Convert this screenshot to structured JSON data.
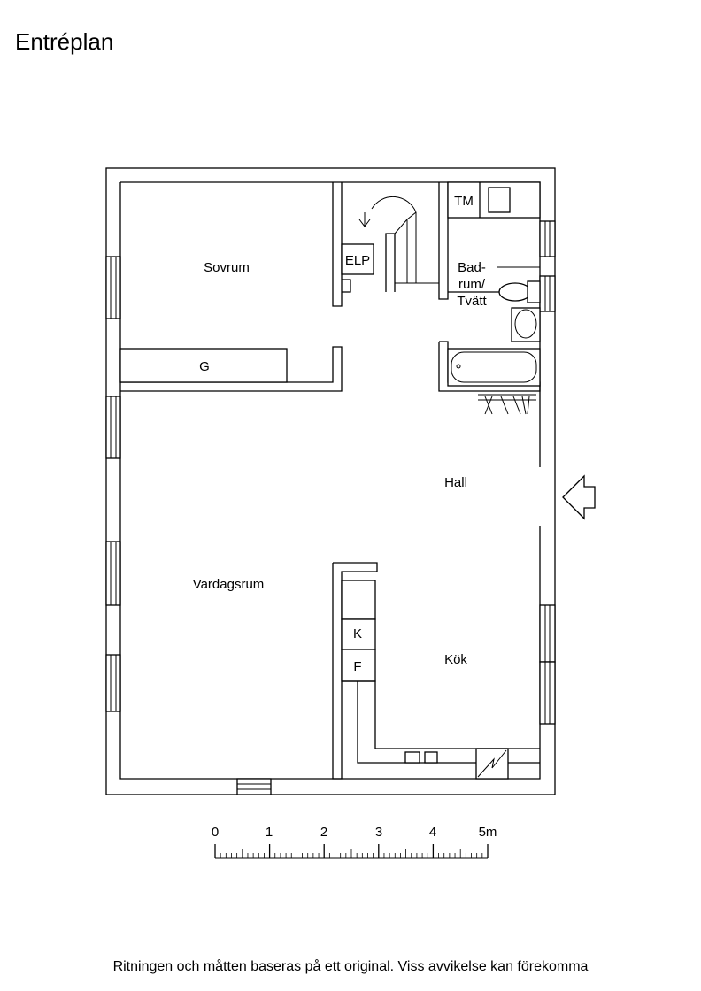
{
  "title": "Entréplan",
  "rooms": {
    "sovrum": "Sovrum",
    "garderob": "G",
    "elp": "ELP",
    "tm": "TM",
    "bad_line1": "Bad-",
    "bad_line2": "rum/",
    "bad_line3": "Tvätt",
    "hall": "Hall",
    "vardagsrum": "Vardagsrum",
    "kyl": "K",
    "frys": "F",
    "kok": "Kök"
  },
  "scale": {
    "labels": [
      "0",
      "1",
      "2",
      "3",
      "4",
      "5m"
    ]
  },
  "footer": "Ritningen och måtten baseras på ett original. Viss avvikelse kan förekomma"
}
